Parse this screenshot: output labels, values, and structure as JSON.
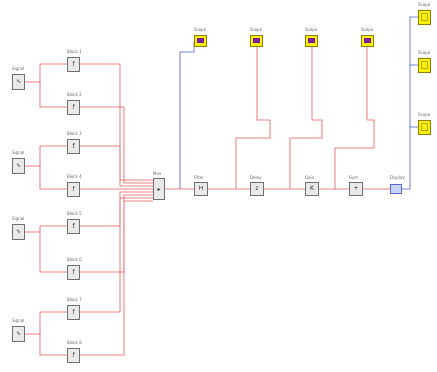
{
  "diagram": {
    "colors": {
      "signal_line": "#e85a5a",
      "output_line": "#4a5fd0",
      "scope_purple": "#7a1fa2",
      "scope_yellow": "#ffef00"
    },
    "sources": [
      {
        "label": "Signal",
        "icon": "sine-wave-source-icon"
      },
      {
        "label": "Signal",
        "icon": "sine-wave-source-icon"
      },
      {
        "label": "Signal",
        "icon": "sine-wave-source-icon"
      },
      {
        "label": "Signal",
        "icon": "sine-wave-source-icon"
      }
    ],
    "stage1": [
      {
        "label": "Block 1",
        "glyph": "f"
      },
      {
        "label": "Block 2",
        "glyph": "f"
      },
      {
        "label": "Block 3",
        "glyph": "f"
      },
      {
        "label": "Block 4",
        "glyph": "f"
      },
      {
        "label": "Block 5",
        "glyph": "f"
      },
      {
        "label": "Block 6",
        "glyph": "f"
      },
      {
        "label": "Block 7",
        "glyph": "f"
      },
      {
        "label": "Block 8",
        "glyph": "f"
      }
    ],
    "mux": {
      "label": "Mux"
    },
    "chain": [
      {
        "label": "Filter",
        "glyph": "H"
      },
      {
        "label": "Delay",
        "glyph": "z"
      },
      {
        "label": "Gain",
        "glyph": "K"
      },
      {
        "label": "Sum",
        "glyph": "+"
      }
    ],
    "output_display": {
      "label": "Display"
    },
    "purple_scopes": [
      {
        "label": "Scope"
      },
      {
        "label": "Scope"
      },
      {
        "label": "Scope"
      },
      {
        "label": "Scope"
      }
    ],
    "yellow_scopes": [
      {
        "label": "Scope"
      },
      {
        "label": "Scope"
      },
      {
        "label": "Scope"
      }
    ]
  }
}
